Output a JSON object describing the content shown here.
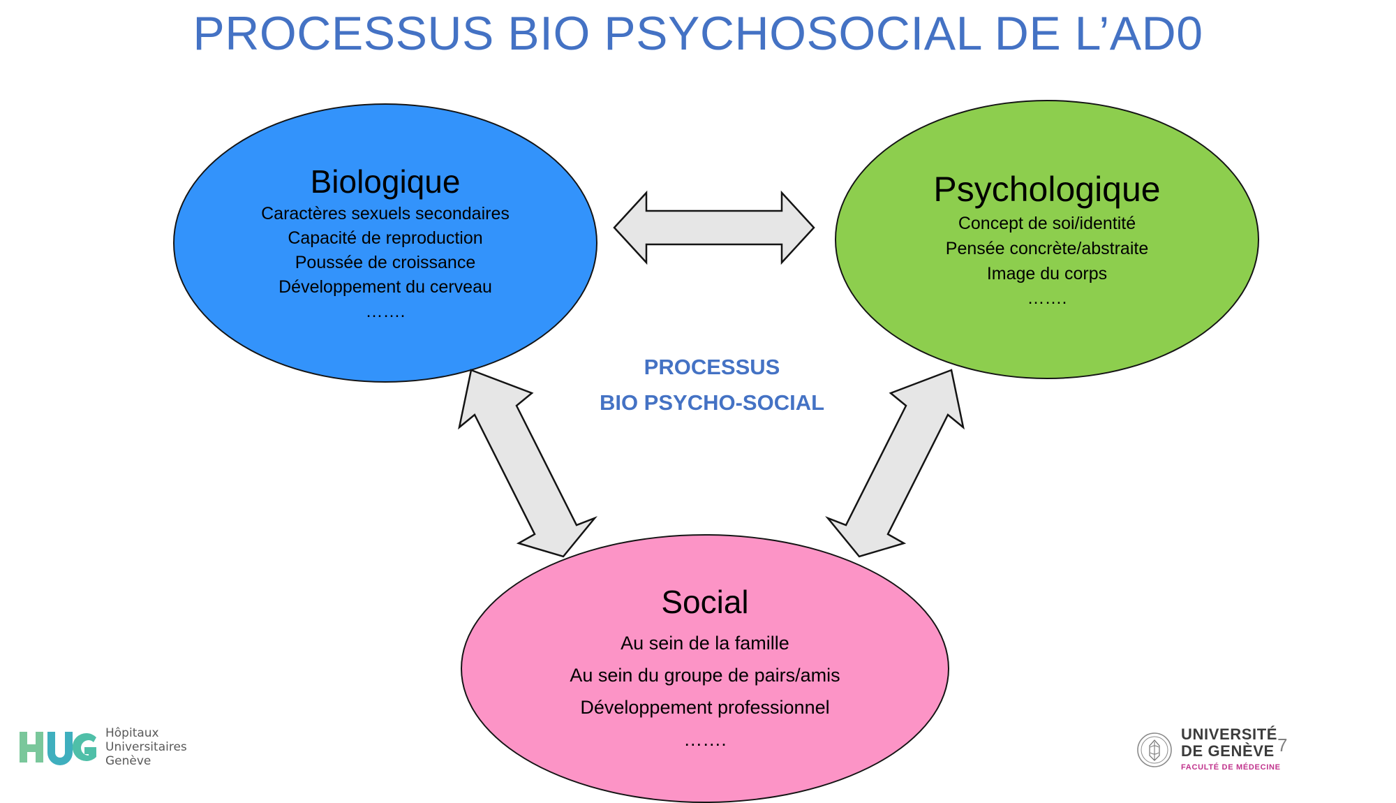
{
  "slide": {
    "title": "PROCESSUS BIO PSYCHOSOCIAL DE L’AD0",
    "title_color": "#4472C4",
    "background": "#FFFFFF",
    "page_number": "7"
  },
  "center_label": {
    "line1": "PROCESSUS",
    "line2": "BIO PSYCHO-SOCIAL",
    "color": "#4472C4"
  },
  "nodes": {
    "biologique": {
      "title": "Biologique",
      "fill": "#3393FB",
      "lines": [
        "Caractères sexuels secondaires",
        "Capacité de reproduction",
        "Poussée de croissance",
        "Développement du cerveau"
      ],
      "dots": "……."
    },
    "psychologique": {
      "title": "Psychologique",
      "fill": "#8DCE4E",
      "lines": [
        "Concept de soi/identité",
        "Pensée concrète/abstraite",
        "Image du corps"
      ],
      "dots": "……."
    },
    "social": {
      "title": "Social",
      "fill": "#FC94C6",
      "lines": [
        "Au sein de la famille",
        "Au sein du groupe de pairs/amis",
        "Développement professionnel"
      ],
      "dots": "……."
    }
  },
  "arrows": {
    "fill": "#E6E6E6",
    "stroke": "#141414",
    "horizontal": "biologique-psychologique",
    "left_diagonal": "biologique-social",
    "right_diagonal": "psychologique-social"
  },
  "footer": {
    "hug": {
      "mark": "HUG",
      "line1": "Hôpitaux",
      "line2": "Universitaires",
      "line3": "Genève",
      "color_h": "#7AC79B",
      "color_u": "#3FAFBE",
      "color_g": "#4FBFA8"
    },
    "unige": {
      "line1": "UNIVERSITÉ",
      "line2": "DE GENÈVE",
      "line3": "FACULTÉ DE MÉDECINE",
      "accent": "#C0328C"
    }
  }
}
